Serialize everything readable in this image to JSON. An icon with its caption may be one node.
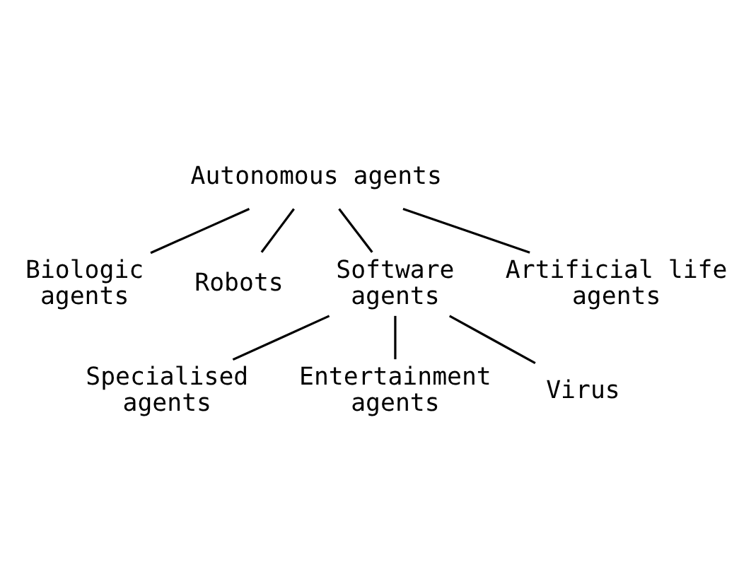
{
  "diagram": {
    "nodes": [
      {
        "text": [
          "Autonomous agents"
        ]
      },
      {
        "text": [
          "Biologic agents"
        ]
      },
      {
        "text": [
          "Robots"
        ]
      },
      {
        "text": [
          "Software agents"
        ]
      },
      {
        "text": [
          "Artificial life agents"
        ]
      },
      {
        "text": [
          "Specialised agents"
        ]
      },
      {
        "text": [
          "Entertainment agents"
        ]
      },
      {
        "text": [
          "Virus"
        ]
      }
    ],
    "edges": [
      {
        "from": 0,
        "to": 1,
        "arrow": "none"
      },
      {
        "from": 0,
        "to": 2,
        "arrow": "none"
      },
      {
        "from": 0,
        "to": 3,
        "arrow": "none"
      },
      {
        "from": 0,
        "to": 4,
        "arrow": "none"
      },
      {
        "from": 3,
        "to": 5,
        "arrow": "none"
      },
      {
        "from": 3,
        "to": 6,
        "arrow": "none"
      },
      {
        "from": 3,
        "to": 7,
        "arrow": "none"
      }
    ]
  }
}
